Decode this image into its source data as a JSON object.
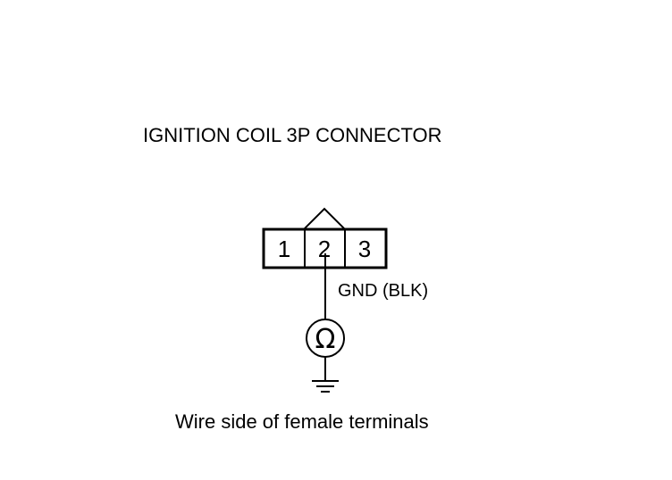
{
  "title": "IGNITION COIL 3P CONNECTOR",
  "connector": {
    "terminals": [
      "1",
      "2",
      "3"
    ],
    "tested_terminal": "2"
  },
  "wire_label": "GND (BLK)",
  "meter_symbol": "Ω",
  "meter_icon": "ohmmeter-icon",
  "ground_icon": "ground-icon",
  "caption": "Wire side of female terminals",
  "colors": {
    "ink": "#000000",
    "background": "#ffffff"
  }
}
